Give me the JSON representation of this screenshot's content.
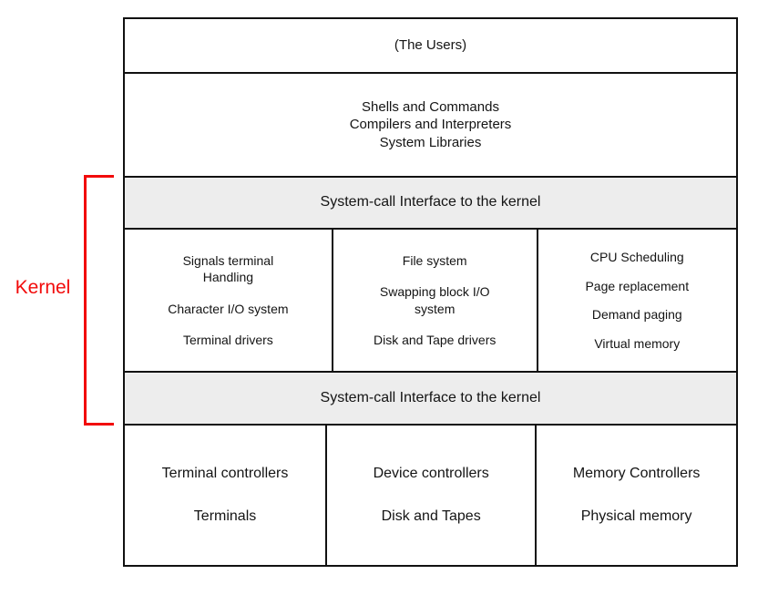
{
  "annotation": {
    "kernel_label": "Kernel"
  },
  "colors": {
    "accent_red": "#f20b0b",
    "band_gray": "#ededed",
    "border_black": "#111111"
  },
  "layers": {
    "users": "(The Users)",
    "user_programs": [
      "Shells and Commands",
      "Compilers and Interpreters",
      "System Libraries"
    ],
    "syscall_top": "System-call Interface to the kernel",
    "syscall_bottom": "System-call Interface to the kernel",
    "kernel_columns": [
      {
        "items": [
          "Signals terminal\nHandling",
          "Character I/O system",
          "Terminal drivers"
        ]
      },
      {
        "items": [
          "File system",
          "Swapping block I/O\nsystem",
          "Disk and Tape drivers"
        ]
      },
      {
        "items": [
          "CPU Scheduling",
          "Page replacement",
          "Demand paging",
          "Virtual memory"
        ]
      }
    ],
    "hardware_columns": [
      {
        "items": [
          "Terminal controllers",
          "Terminals"
        ]
      },
      {
        "items": [
          "Device controllers",
          "Disk and Tapes"
        ]
      },
      {
        "items": [
          "Memory Controllers",
          "Physical memory"
        ]
      }
    ]
  }
}
